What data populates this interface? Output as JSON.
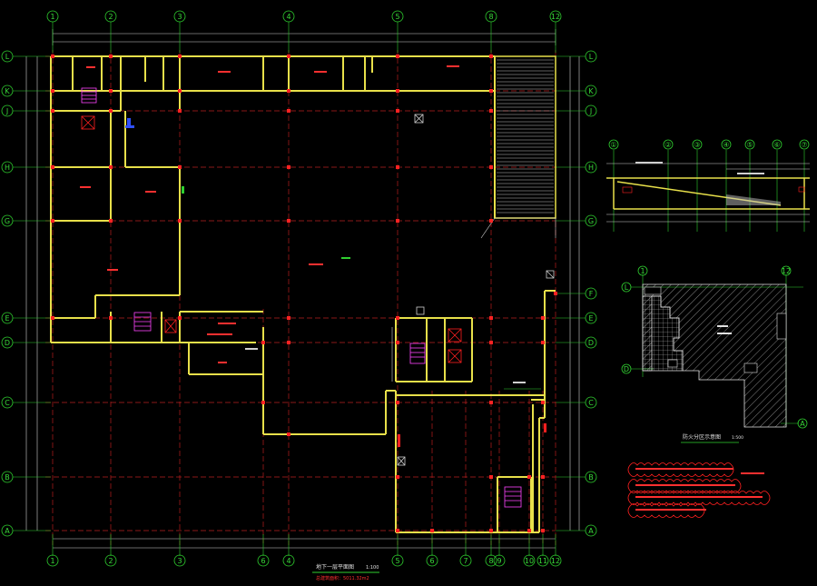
{
  "drawing": {
    "main_title": "地下一层平面图",
    "main_scale": "1:100",
    "main_subtitle": "总建筑面积：5011.32m2",
    "inset_plan_title": "防火分区示意图",
    "inset_plan_scale": "1:500"
  },
  "grid": {
    "columns_bottom": [
      "1",
      "2",
      "3",
      "6",
      "4",
      "5",
      "6",
      "7",
      "8",
      "9",
      "10",
      "11",
      "12"
    ],
    "columns_top": [
      "1",
      "2",
      "3",
      "4",
      "5",
      "8",
      "12"
    ],
    "rows_left": [
      "L",
      "K",
      "J",
      "H",
      "G",
      "E",
      "D",
      "C",
      "B",
      "A"
    ],
    "rows_right": [
      "L",
      "K",
      "J",
      "H",
      "G",
      "F",
      "E",
      "D",
      "C",
      "B",
      "A"
    ]
  },
  "section": {
    "bubbles": [
      "①",
      "②",
      "③",
      "④",
      "⑤",
      "⑥",
      "⑦"
    ]
  },
  "inset_plan": {
    "bubbles": [
      "1",
      "12",
      "L",
      "D",
      "A"
    ]
  },
  "colors": {
    "background": "#000000",
    "wall": "#e8e04a",
    "grid_line_green": "#2fcf2f",
    "grid_line_red": "#b81f1f",
    "dimension": "#e0e0e0",
    "accent_red": "#ff2020",
    "column": "#ff2222",
    "stair": "#ff44ff",
    "hatch": "#bfbfbf"
  }
}
